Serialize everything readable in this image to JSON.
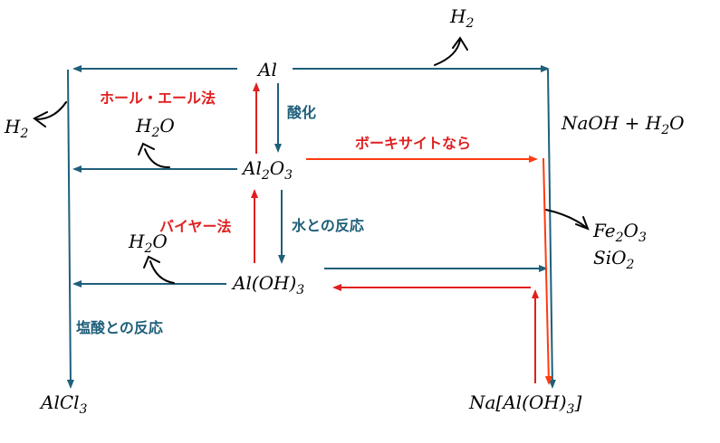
{
  "colors": {
    "blue": "#1f5f7a",
    "red": "#e02020",
    "orange_red": "#ff3b10",
    "text": "#000000"
  },
  "species": {
    "al": {
      "base": "Al"
    },
    "al2o3": {
      "p1": "Al",
      "s1": "2",
      "p2": "O",
      "s2": "3"
    },
    "aloh3": {
      "p1": "Al(OH)",
      "s1": "3"
    },
    "alcl3": {
      "p1": "AlCl",
      "s1": "3"
    },
    "na_aloh": {
      "p1": "Na[Al(OH)",
      "s1": "3",
      "p2": "]"
    },
    "h2_top": {
      "p1": "H",
      "s1": "2"
    },
    "h2_left": {
      "p1": "H",
      "s1": "2"
    },
    "h2o_upper": {
      "p1": "H",
      "s1": "2",
      "p2": "O"
    },
    "h2o_lower": {
      "p1": "H",
      "s1": "2",
      "p2": "O"
    },
    "naoh_h2o": {
      "p1": "NaOH + H",
      "s1": "2",
      "p2": "O"
    },
    "fe2o3": {
      "p1": "Fe",
      "s1": "2",
      "p2": "O",
      "s2": "3"
    },
    "sio2": {
      "p1": "SiO",
      "s1": "2"
    }
  },
  "labels": {
    "hall_heroult": "ホール・エール法",
    "oxidation": "酸化",
    "bauxite": "ボーキサイトなら",
    "bayer": "バイヤー法",
    "water_reaction": "水との反応",
    "hcl_reaction": "塩酸との反応"
  }
}
